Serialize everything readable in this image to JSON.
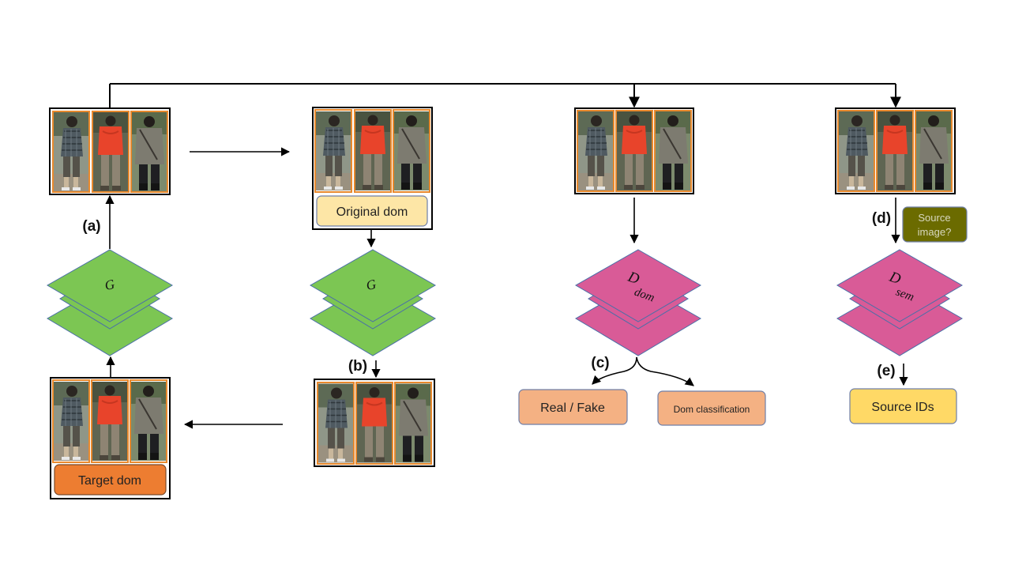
{
  "labels": {
    "a": "(a)",
    "b": "(b)",
    "c": "(c)",
    "d": "(d)",
    "e": "(e)"
  },
  "boxes": {
    "original_dom": "Original dom",
    "target_dom": "Target dom",
    "real_fake": "Real / Fake",
    "dom_classification": "Dom classification",
    "source_image_line1": "Source",
    "source_image_line2": "image?",
    "source_ids": "Source IDs"
  },
  "networks": {
    "generator_1": "G",
    "generator_2": "G",
    "domain_discriminator": {
      "main": "D",
      "sub": "dom"
    },
    "semantic_discriminator": {
      "main": "D",
      "sub": "sem"
    }
  },
  "colors": {
    "generator": "#7cc653",
    "discriminator": "#d95b97",
    "original_dom_box": "#fde6a6",
    "target_dom_box": "#ed7d31",
    "real_fake_box": "#f4b183",
    "dom_class_box": "#f4b183",
    "source_image_box": "#6b6b00",
    "source_ids_box": "#ffd966"
  }
}
